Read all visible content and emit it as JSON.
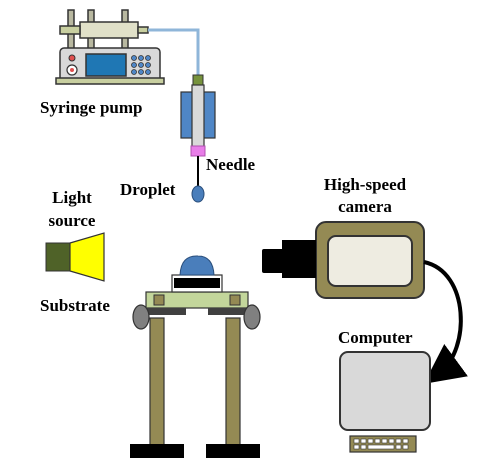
{
  "labels": {
    "syringe_pump": "Syringe pump",
    "needle": "Needle",
    "droplet": "Droplet",
    "light_source_line1": "Light",
    "light_source_line2": "source",
    "substrate": "Substrate",
    "camera_line1": "High-speed",
    "camera_line2": "camera",
    "computer": "Computer"
  },
  "colors": {
    "pump_body": "#d9d9d9",
    "pump_frame": "#c8cfa0",
    "pump_screen": "#1f77b4",
    "tube": "#8fb6d9",
    "holder_blue": "#4f86c6",
    "needle_tip": "#e87ee8",
    "droplet": "#4a7ebb",
    "light_body": "#4f6228",
    "light_beam": "#ffff00",
    "camera_body": "#948a54",
    "camera_lens": "#000000",
    "stage_leg": "#948a54",
    "stage_plate": "#c3d69b",
    "computer_screen": "#d9d9d9",
    "keyboard": "#948a54"
  },
  "icons": [
    "syringe-pump-icon",
    "needle-holder-icon",
    "droplet-icon",
    "light-source-icon",
    "substrate-stage-icon",
    "high-speed-camera-icon",
    "computer-icon",
    "keyboard-icon",
    "data-arrow-icon"
  ]
}
